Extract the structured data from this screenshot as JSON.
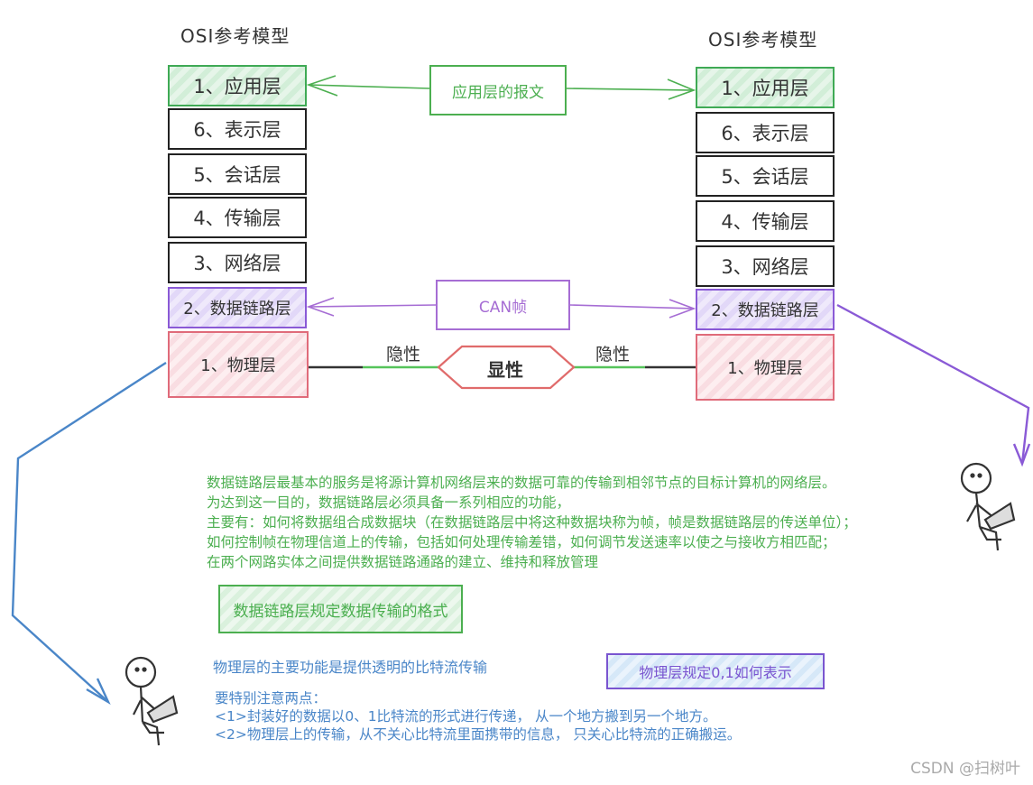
{
  "left_title": "OSI参考模型",
  "right_title": "OSI参考模型",
  "layers_left": [
    "1、应用层",
    "6、表示层",
    "5、会话层",
    "4、传输层",
    "3、网络层",
    "2、数据链路层",
    "1、物理层"
  ],
  "layers_right": [
    "1、应用层",
    "6、表示层",
    "5、会话层",
    "4、传输层",
    "3、网络层",
    "2、数据链路层",
    "1、物理层"
  ],
  "app_message_label": "应用层的报文",
  "can_frame_label": "CAN帧",
  "recessive_left": "隐性",
  "dominant": "显性",
  "recessive_right": "隐性",
  "datalink_description": [
    "数据链路层最基本的服务是将源计算机网络层来的数据可靠的传输到相邻节点的目标计算机的网络层。",
    "为达到这一目的，数据链路层必须具备一系列相应的功能，",
    "主要有：如何将数据组合成数据块（在数据链路层中将这种数据块称为帧，帧是数据链路层的传送单位）；",
    "如何控制帧在物理信道上的传输，包括如何处理传输差错，如何调节发送速率以使之与接收方相匹配；",
    "在两个网路实体之间提供数据链路通路的建立、维持和释放管理"
  ],
  "datalink_note": "数据链路层规定数据传输的格式",
  "physical_main": "物理层的主要功能是提供透明的比特流传输",
  "physical_points": [
    "要特别注意两点：",
    "<1>封装好的数据以0、1比特流的形式进行传递， 从一个地方搬到另一个地方。",
    "<2>物理层上的传输，从不关心比特流里面携带的信息， 只关心比特流的正确搬运。"
  ],
  "physical_note": "物理层规定0,1如何表示",
  "watermark": "CSDN @扫树叶",
  "colors": {
    "green": "#4caf50",
    "purple": "#8a5ad6",
    "red": "#e06b7a",
    "blue": "#4a86c8",
    "dark": "#222222"
  }
}
